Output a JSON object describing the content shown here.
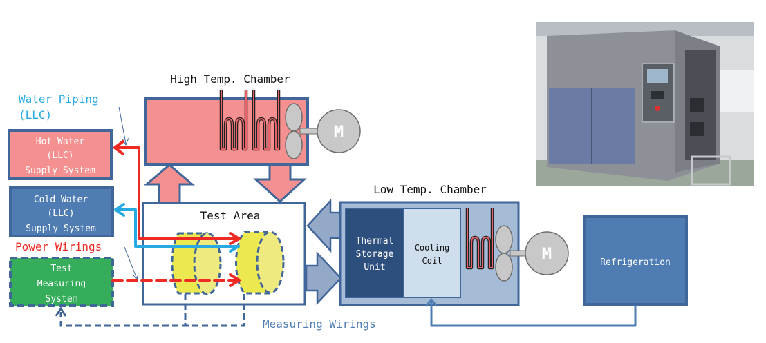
{
  "colors": {
    "hot": "#f4908f",
    "outline": "#41679a",
    "blue_box": "#4f7db3",
    "cold_blue": "#27a9e1",
    "red": "#ee2a24",
    "green": "#35ad5a",
    "yellow": "#ece84f",
    "light_blue_chamber": "#a6bcd6",
    "dark_blue": "#2d4f7d",
    "pale_blue": "#cfdeed",
    "motor_gray": "#c8c8c8"
  },
  "labels": {
    "water_piping_line1": "Water Piping",
    "water_piping_line2": "(LLC)",
    "power_wirings": "Power Wirings",
    "measuring_wirings": "Measuring Wirings"
  },
  "boxes": {
    "hot_water": [
      "Hot Water",
      "(LLC)",
      "Supply System"
    ],
    "cold_water": [
      "Cold Water",
      "(LLC)",
      "Supply System"
    ],
    "test_measuring": [
      "Test",
      "Measuring",
      "System"
    ],
    "refrigeration": "Refrigeration"
  },
  "chambers": {
    "high_temp_title": "High Temp. Chamber",
    "low_temp_title": "Low Temp. Chamber",
    "test_area_title": "Test Area",
    "thermal_storage": [
      "Thermal",
      "Storage",
      "Unit"
    ],
    "cooling_coil": [
      "Cooling",
      "Coil"
    ],
    "motor_label": "M"
  },
  "photo": {
    "description": "Photo of environmental test chamber"
  }
}
